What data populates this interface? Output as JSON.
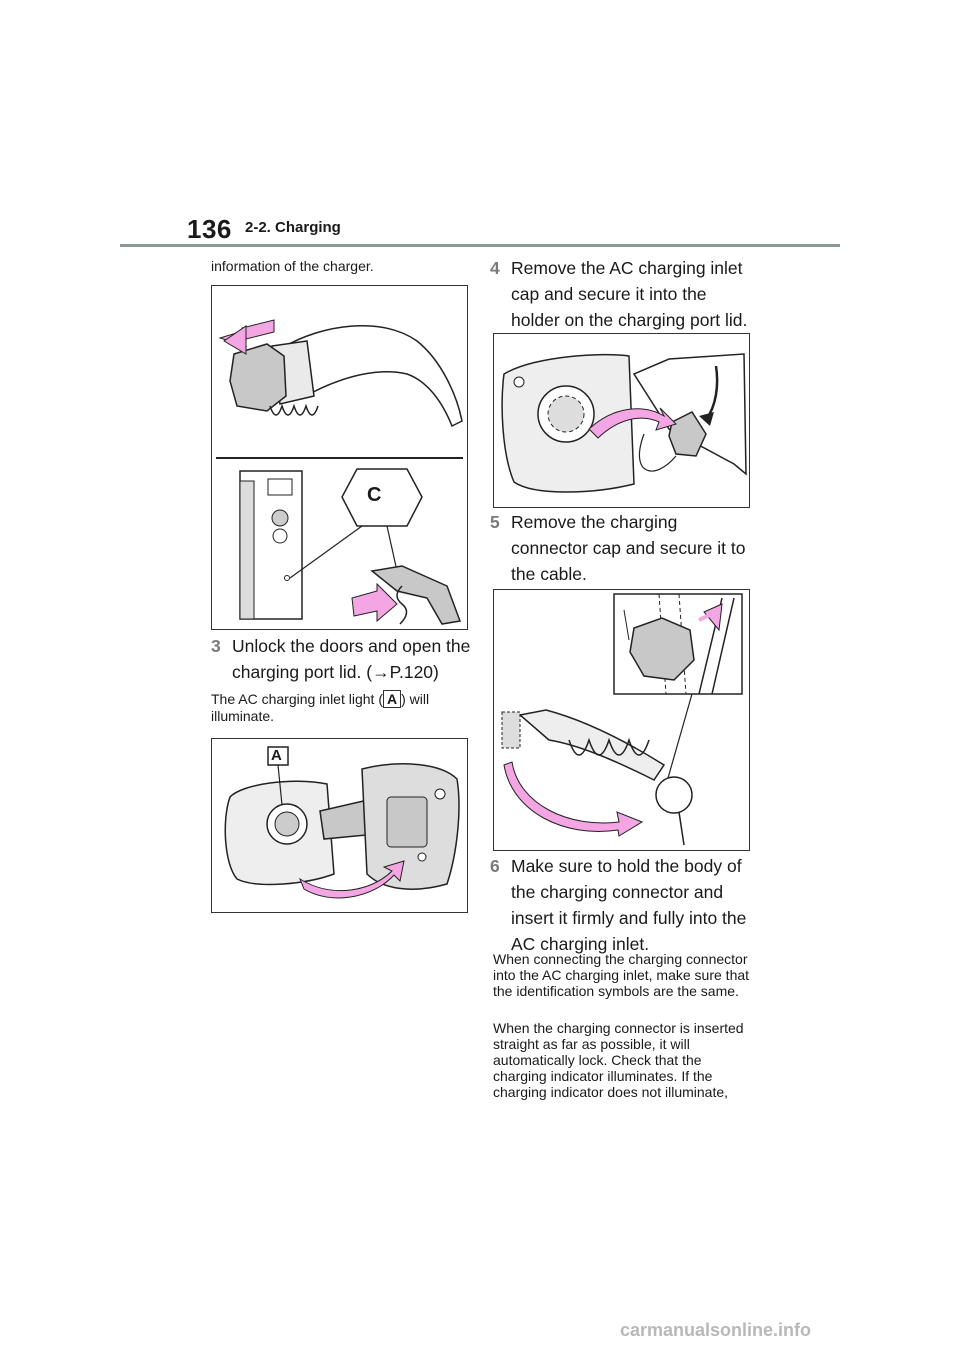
{
  "header": {
    "page_number": "136",
    "section": "2-2. Charging"
  },
  "left": {
    "intro": "information of the charger.",
    "fig1_label": "C",
    "step3_num": "3",
    "step3_text": "Unlock the doors and open the charging port lid. (→P.120)",
    "note_before": "The AC charging inlet light (",
    "note_box": "A",
    "note_after": ") will illuminate.",
    "fig2_label": "A"
  },
  "right": {
    "step4_num": "4",
    "step4_text": "Remove the AC charging inlet cap and secure it into the holder on the charging port lid.",
    "step5_num": "5",
    "step5_text": "Remove the charging connector cap and secure it to the cable.",
    "step6_num": "6",
    "step6_text": "Make sure to hold the body of the charging connector and insert it firmly and fully into the AC charging inlet.",
    "para1": "When connecting the charging connector into the AC charging inlet, make sure that the identification symbols are the same.",
    "para2": "When the charging connector is inserted straight as far as possible, it will automatically lock. Check that the charging indicator illuminates. If the charging indicator does not illuminate,"
  },
  "footer": {
    "watermark": "carmanualsonline.info"
  },
  "colors": {
    "arrow_pink": "#f4a6e4",
    "rule": "#8a9a92",
    "fill_gray": "#c8c8c8"
  }
}
